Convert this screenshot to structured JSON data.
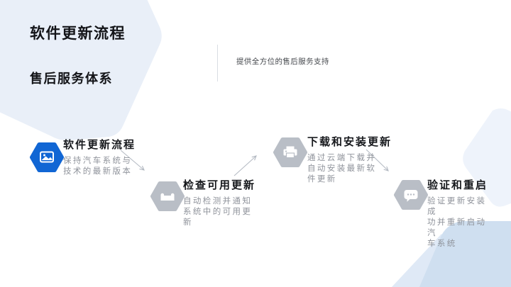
{
  "slide": {
    "title_primary": "软件更新流程",
    "title_secondary": "售后服务体系",
    "subtitle": "提供全方位的售后服务支持"
  },
  "flow": {
    "steps": [
      {
        "title": "软件更新流程",
        "description": "保持汽车系统与\n技术的最新版本",
        "icon": "image-icon",
        "accent": "#1166d4"
      },
      {
        "title": "检查可用更新",
        "description": "自动检测并通知\n系统中的可用更\n新",
        "icon": "couch-icon",
        "accent": "#b9bec6"
      },
      {
        "title": "下载和安装更新",
        "description": "通过云端下载并\n自动安装最新软\n件更新",
        "icon": "printer-icon",
        "accent": "#b9bec6"
      },
      {
        "title": "验证和重启",
        "description": "验证更新安装成\n功并重新启动汽\n车系统",
        "icon": "chat-dots-icon",
        "accent": "#b9bec6"
      }
    ]
  },
  "colors": {
    "accent_blue": "#1166d4",
    "icon_gray": "#b9bec6",
    "decor_top_left": "#e9eff8",
    "decor_top_right": "#eef3fb",
    "decor_bottom_right": "#cfdff0",
    "decor_bottom_right_light": "#dfe9f6",
    "arrow": "#b3b9c2",
    "heading_text": "#17191d",
    "body_text": "#8f939b"
  }
}
